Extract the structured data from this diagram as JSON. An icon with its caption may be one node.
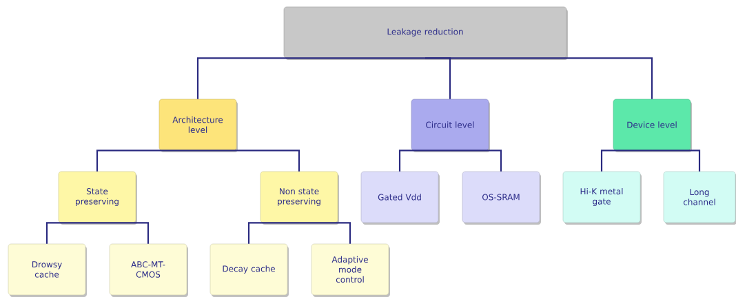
{
  "diagram": {
    "nodes": [
      {
        "text": [
          "Leakage reduction"
        ]
      },
      {
        "text": [
          "Architecture level"
        ]
      },
      {
        "text": [
          "Circuit level"
        ]
      },
      {
        "text": [
          "Device level"
        ]
      },
      {
        "text": [
          "State preserving"
        ]
      },
      {
        "text": [
          "Non state preserving"
        ]
      },
      {
        "text": [
          "Gated Vdd"
        ]
      },
      {
        "text": [
          "OS-SRAM"
        ]
      },
      {
        "text": [
          "Hi-K metal gate"
        ]
      },
      {
        "text": [
          "Long channel"
        ]
      },
      {
        "text": [
          "Drowsy cache"
        ]
      },
      {
        "text": [
          "ABC-MT-CMOS"
        ]
      },
      {
        "text": [
          "Decay cache"
        ]
      },
      {
        "text": [
          "Adaptive mode control"
        ]
      }
    ],
    "edges": [
      {
        "from": 0,
        "to": 1,
        "arrow": "none"
      },
      {
        "from": 0,
        "to": 2,
        "arrow": "none"
      },
      {
        "from": 0,
        "to": 3,
        "arrow": "none"
      },
      {
        "from": 1,
        "to": 4,
        "arrow": "none"
      },
      {
        "from": 1,
        "to": 5,
        "arrow": "none"
      },
      {
        "from": 2,
        "to": 6,
        "arrow": "none"
      },
      {
        "from": 2,
        "to": 7,
        "arrow": "none"
      },
      {
        "from": 3,
        "to": 8,
        "arrow": "none"
      },
      {
        "from": 3,
        "to": 9,
        "arrow": "none"
      },
      {
        "from": 4,
        "to": 10,
        "arrow": "none"
      },
      {
        "from": 4,
        "to": 11,
        "arrow": "none"
      },
      {
        "from": 5,
        "to": 12,
        "arrow": "none"
      },
      {
        "from": 5,
        "to": 13,
        "arrow": "none"
      }
    ]
  }
}
